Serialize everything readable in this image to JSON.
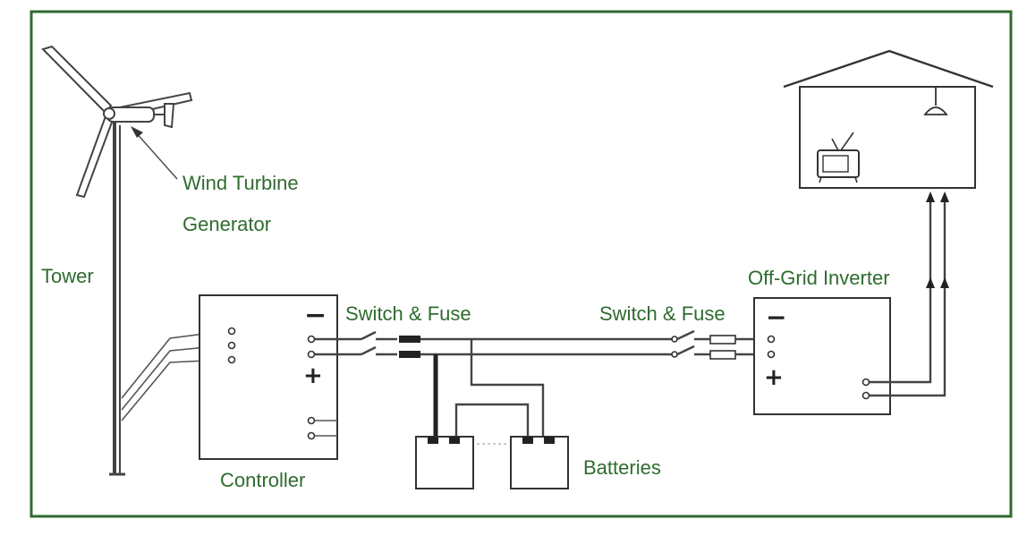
{
  "labels": {
    "wind_turbine": "Wind Turbine",
    "generator": "Generator",
    "tower": "Tower",
    "controller": "Controller",
    "switch_fuse_left": "Switch & Fuse",
    "switch_fuse_right": "Switch & Fuse",
    "batteries": "Batteries",
    "inverter": "Off-Grid Inverter",
    "controller_minus": "−",
    "controller_plus": "+",
    "inverter_minus": "−",
    "inverter_plus": "+"
  },
  "colors": {
    "frame": "#2f6b2f",
    "label_text": "#2f6b2f",
    "line": "#333333"
  },
  "icons": {
    "turbine": "wind-turbine-icon",
    "house": "house-icon",
    "tv": "tv-icon",
    "lamp": "lamp-icon"
  }
}
